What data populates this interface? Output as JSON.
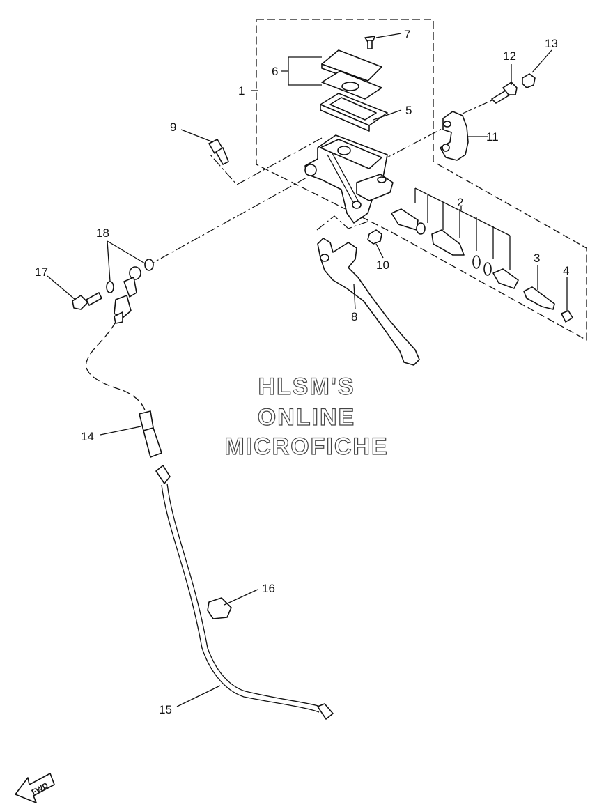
{
  "callouts": {
    "p1": "1",
    "p2": "2",
    "p3": "3",
    "p4": "4",
    "p5": "5",
    "p6": "6",
    "p7": "7",
    "p8": "8",
    "p9": "9",
    "p10": "10",
    "p11": "11",
    "p12": "12",
    "p13": "13",
    "p14": "14",
    "p15": "15",
    "p16": "16",
    "p17": "17",
    "p18": "18"
  },
  "watermark": {
    "line1": "HLSM'S",
    "line2": "ONLINE",
    "line3": "MICROFICHE"
  },
  "direction_arrow": {
    "label": "FWD"
  }
}
